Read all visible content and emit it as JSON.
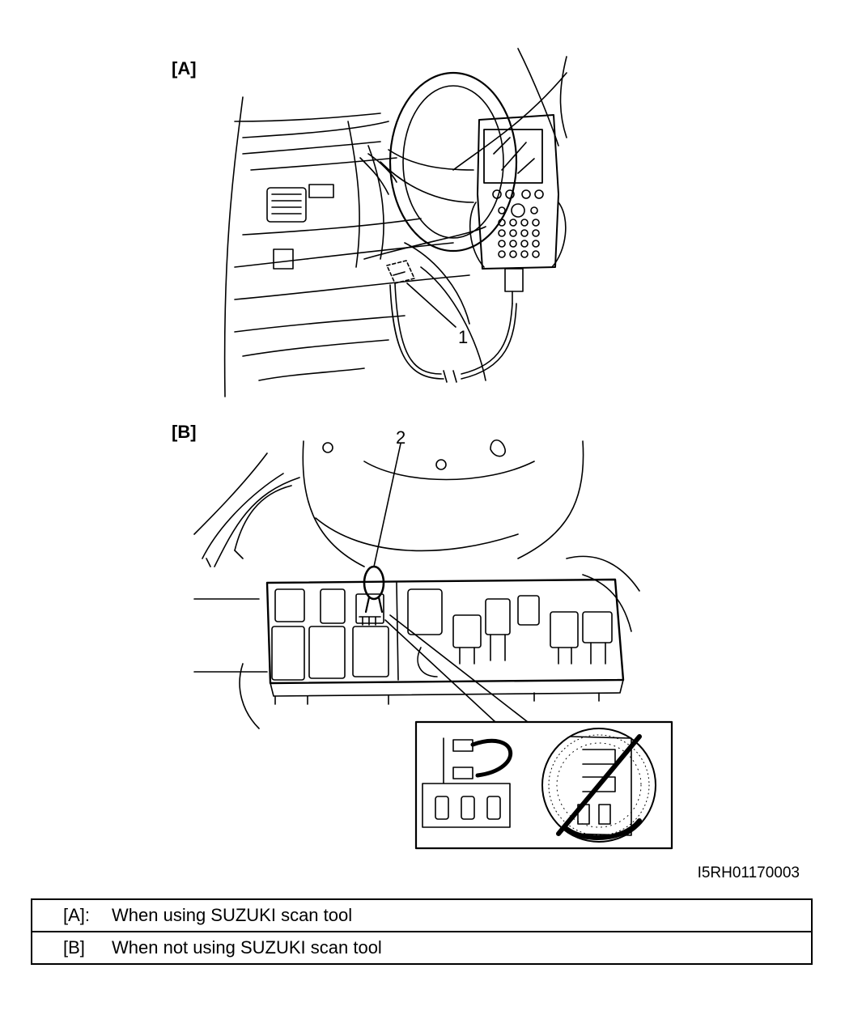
{
  "figure": {
    "panel_a_label": "[A]",
    "panel_b_label": "[B]",
    "callout_1": "1",
    "callout_2": "2",
    "figure_code": "I5RH01170003"
  },
  "legend": {
    "rows": [
      {
        "key": "[A]:",
        "text": "When using SUZUKI scan tool"
      },
      {
        "key": "[B]",
        "text": "When not using SUZUKI scan tool"
      }
    ]
  }
}
